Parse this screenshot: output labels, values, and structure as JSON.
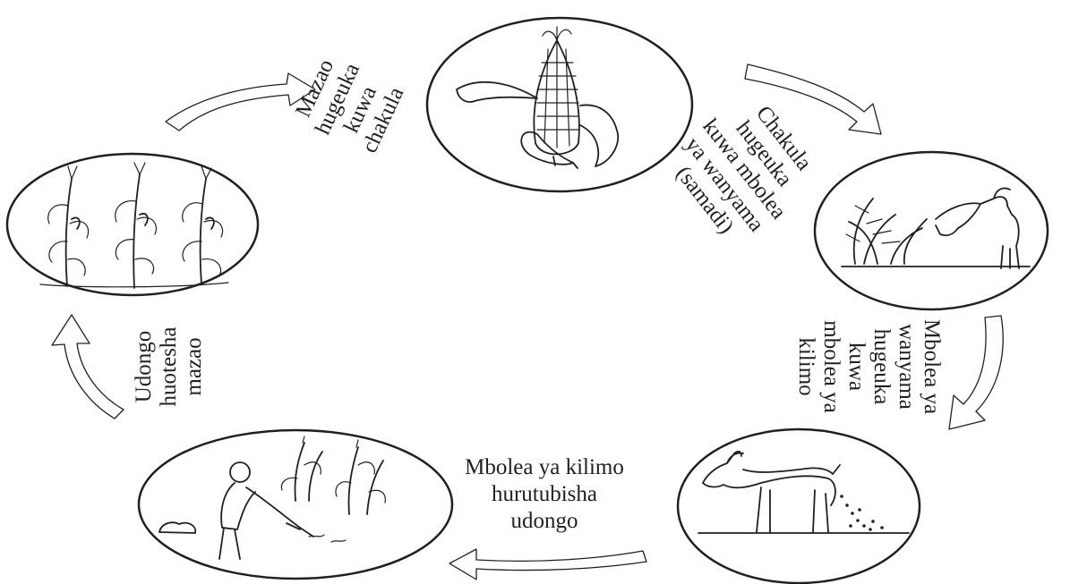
{
  "diagram": {
    "colors": {
      "ink": "#231f20",
      "background": "#ffffff"
    },
    "stages": [
      {
        "id": "maize-cob",
        "icon": "maize-cob-icon"
      },
      {
        "id": "goat-eating-plants",
        "icon": "goat-eating-icon"
      },
      {
        "id": "goat-dropping-manure",
        "icon": "goat-manure-icon"
      },
      {
        "id": "farmer-spreading-manure",
        "icon": "farmer-icon"
      },
      {
        "id": "maize-plants",
        "icon": "maize-plants-icon"
      }
    ],
    "labels": {
      "crops_to_food": [
        "Mazao",
        "hugeuka",
        "kuwa",
        "chakula"
      ],
      "food_to_manure": [
        "Chakula",
        "hugeuka",
        "kuwa mbolea",
        "ya wanyama",
        "(samadi)"
      ],
      "animal_manure_to_farm_manure": [
        "Mbolea ya",
        "wanyama",
        "hugeuka",
        "kuwa",
        "mbolea ya",
        "kilimo"
      ],
      "manure_fertilizes_soil": [
        "Mbolea ya kilimo",
        "hurutubisha",
        "udongo"
      ],
      "soil_grows_crops": [
        "Udongo",
        "huotesha",
        "mazao"
      ]
    }
  }
}
